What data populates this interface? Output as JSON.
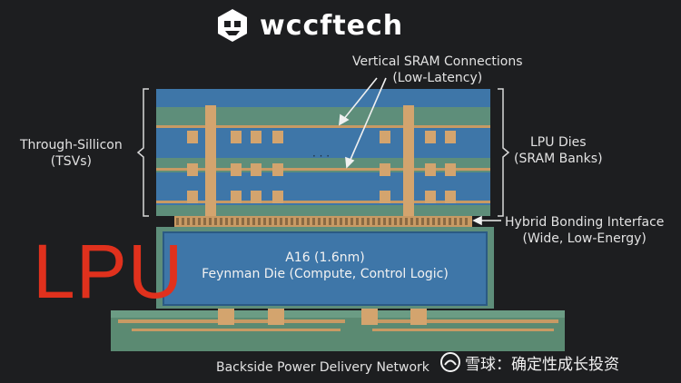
{
  "brand": {
    "name": "wccftech"
  },
  "labels": {
    "vertical_sram": "Vertical SRAM Connections",
    "vertical_sram_sub": "(Low-Latency)",
    "tsv": "Through-Sillicon",
    "tsv_sub": "(TSVs)",
    "lpu_dies": "LPU Dies",
    "lpu_dies_sub": "(SRAM Banks)",
    "hybrid": "Hybrid Bonding Interface",
    "hybrid_sub": "(Wide, Low-Energy)",
    "die_line1": "A16 (1.6nm)",
    "die_line2": "Feynman Die (Compute, Control Logic)",
    "backside": "Backside Power Delivery Network",
    "ellipsis": "· · ·"
  },
  "overlay": {
    "lpu": "LPU"
  },
  "watermark": {
    "text": "雪球：确定性成长投资"
  },
  "colors": {
    "background": "#1d1e20",
    "die_blue": "#3e76a8",
    "layer_green": "#5e8e7a",
    "copper": "#d3a46e",
    "accent_red": "#e0311d"
  }
}
